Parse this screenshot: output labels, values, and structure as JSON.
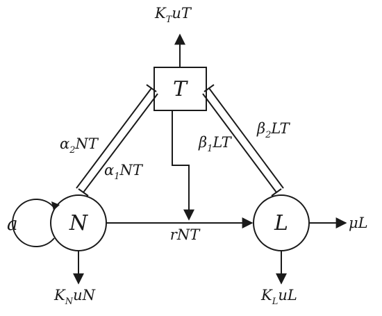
{
  "nodes": {
    "T": "T",
    "N": "N",
    "L": "L"
  },
  "edges": {
    "tumor_decay": {
      "base": "K",
      "sub": "T",
      "rest": "uT"
    },
    "n_decay": {
      "base": "K",
      "sub": "N",
      "rest": "uN"
    },
    "l_decay": {
      "base": "K",
      "sub": "L",
      "rest": "uL"
    },
    "l_outflow": "μL",
    "n_growth": "a",
    "n_to_l": "rNT",
    "alpha2": {
      "base": "α",
      "sub": "2",
      "rest": "NT"
    },
    "alpha1": {
      "base": "α",
      "sub": "1",
      "rest": "NT"
    },
    "beta1": {
      "base": "β",
      "sub": "1",
      "rest": "LT"
    },
    "beta2": {
      "base": "β",
      "sub": "2",
      "rest": "LT"
    }
  }
}
